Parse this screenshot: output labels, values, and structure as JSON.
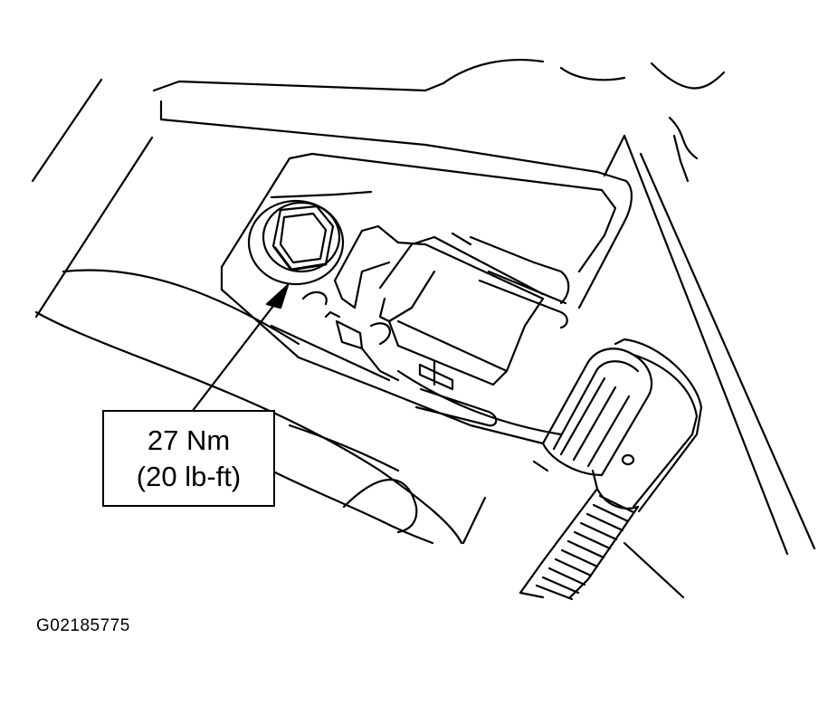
{
  "callout": {
    "torque_metric": "27 Nm",
    "torque_imperial": "(20 lb-ft)"
  },
  "figure": {
    "code": "G02185775"
  },
  "colors": {
    "line": "#000000",
    "background": "#ffffff"
  },
  "icons": {
    "bolt": "hex-bolt-icon",
    "arrow": "pointer-arrow-icon"
  }
}
